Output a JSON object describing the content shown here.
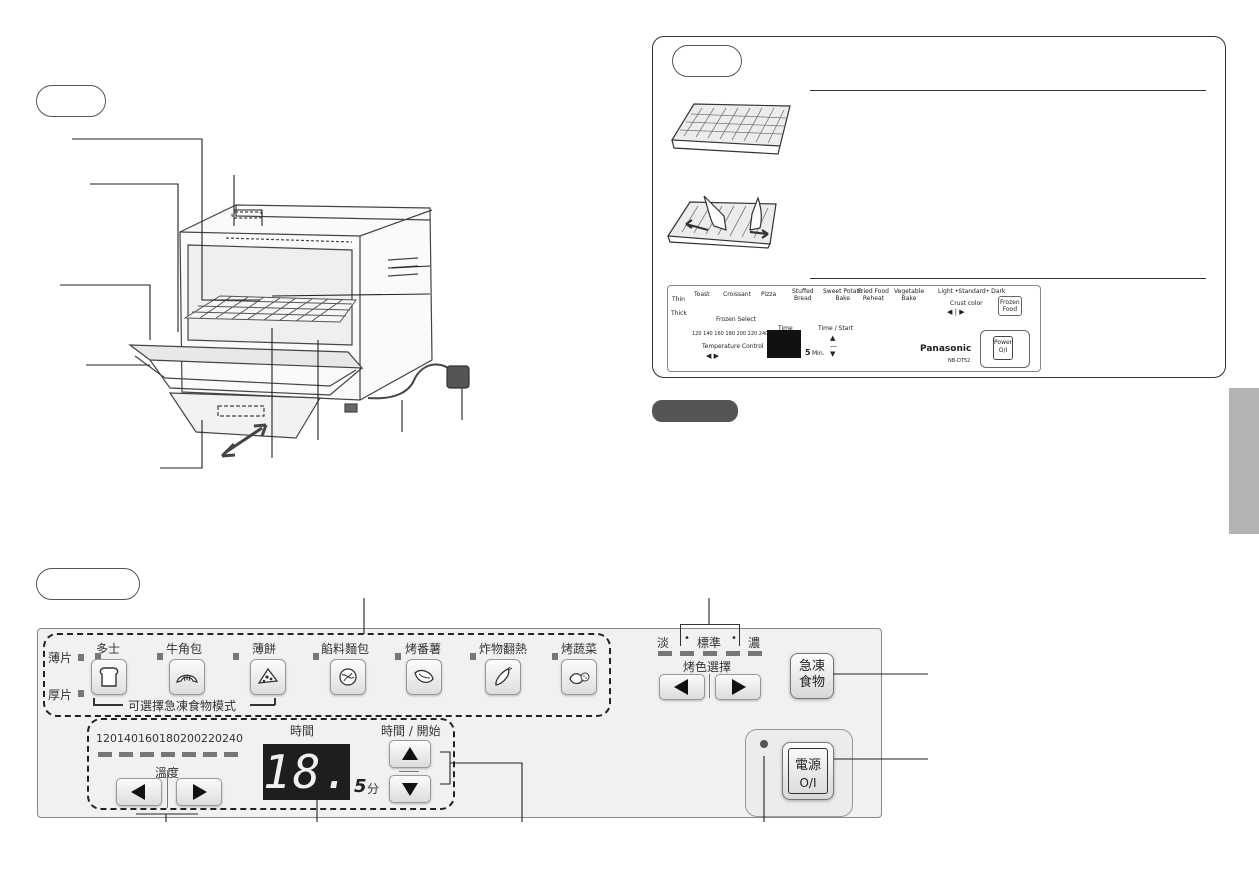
{
  "frozen_buttons": [
    {
      "label": "多士",
      "icon": "toast-icon"
    },
    {
      "label": "牛角包",
      "icon": "croissant-icon"
    },
    {
      "label": "薄餅",
      "icon": "pizza-icon"
    },
    {
      "label": "餡料麵包",
      "icon": "stuffed-bread-icon"
    },
    {
      "label": "烤番薯",
      "icon": "sweet-potato-icon"
    },
    {
      "label": "炸物翻熱",
      "icon": "fried-food-icon"
    },
    {
      "label": "烤蔬菜",
      "icon": "vegetable-icon"
    }
  ],
  "thickness": {
    "thin": "薄片",
    "thick": "厚片"
  },
  "frozen_select_label": "可選擇急凍食物模式",
  "temperature": {
    "values": [
      "120",
      "140",
      "160",
      "180",
      "200",
      "220",
      "240"
    ],
    "label": "溫度"
  },
  "time": {
    "label": "時間",
    "display": "18.",
    "unit_num": "5",
    "unit": "分"
  },
  "time_start_label": "時間 / 開始",
  "crust": {
    "light": "淡",
    "standard": "標準",
    "dark": "濃",
    "label": "烤色選擇"
  },
  "frozen_food_button": "急凍\n食物",
  "power_button": {
    "label": "電源",
    "sub": "O/I"
  },
  "mini_panel": {
    "thin": "Thin",
    "thick": "Thick",
    "toast": "Toast",
    "croissant": "Croissant",
    "pizza": "Pizza",
    "stuffed": "Stuffed\nBread",
    "sweet_potato": "Sweet Potato\nBake",
    "fried": "Fried Food\nReheat",
    "vegetable": "Vegetable\nBake",
    "frozen_select": "Frozen Select",
    "crust_row": "Light  •Standard•  Dark",
    "crust_color": "Crust color",
    "frozen_food": "Frozen\nFood",
    "temps": "120 140 160 180 200 220 240",
    "temp_control": "Temperature Control",
    "time": "Time",
    "time_start": "Time / Start",
    "min_num": "5",
    "min": "Min.",
    "brand": "Panasonic",
    "model": "NB-DT52",
    "power": "Power",
    "power_sub": "O/I"
  },
  "colors": {
    "tab": "#b4b4b4",
    "pill_dark": "#555555",
    "display": "#1e1e1e"
  }
}
